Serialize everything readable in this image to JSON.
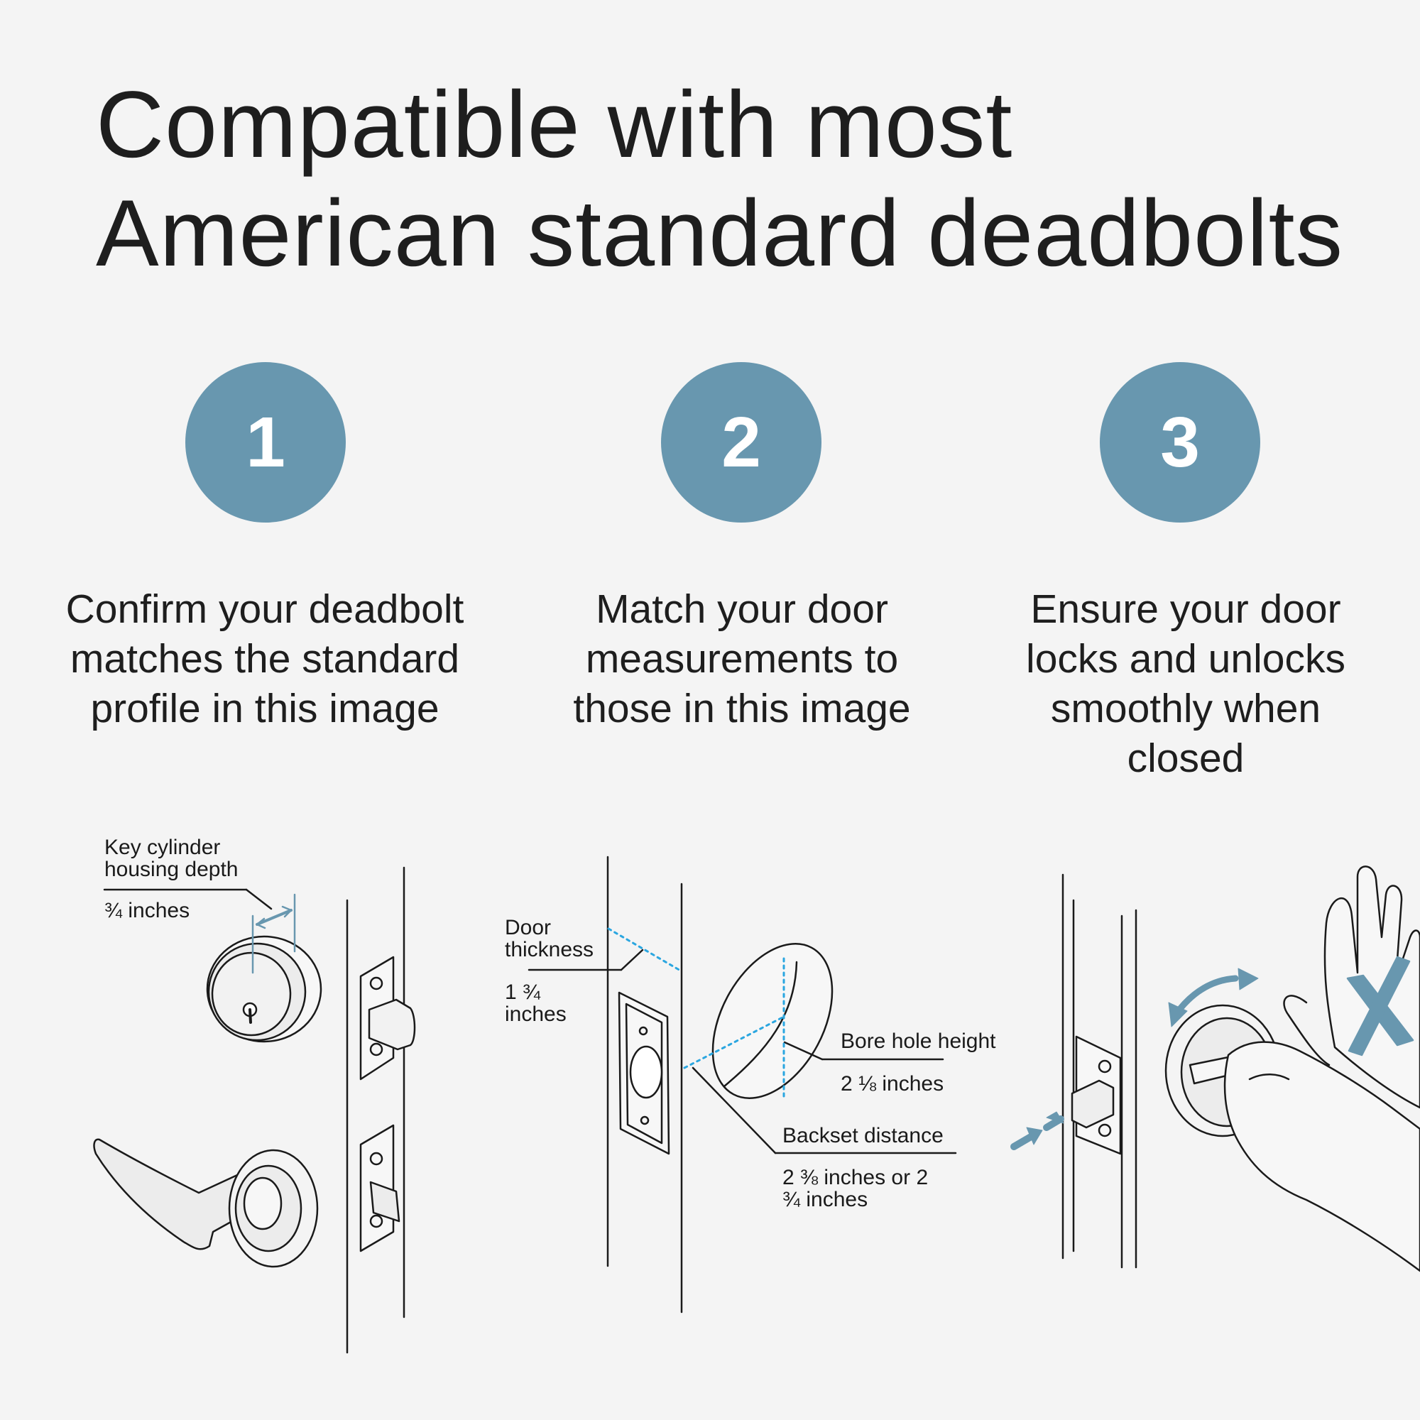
{
  "headline": {
    "line1": "Compatible with most",
    "line2": "American standard deadbolts"
  },
  "colors": {
    "accent": "#6897af",
    "measure_line": "#2aa6e0",
    "background": "#f4f4f4"
  },
  "steps": [
    {
      "number": "1",
      "text": "Confirm your deadbolt matches the standard profile in this image"
    },
    {
      "number": "2",
      "text": "Match your door measurements to those in this image"
    },
    {
      "number": "3",
      "text": "Ensure your door locks and unlocks smoothly when closed"
    }
  ],
  "diagram1": {
    "label": "Key cylinder housing depth",
    "value": "¾ inches"
  },
  "diagram2": {
    "door_thickness_label": "Door thickness",
    "door_thickness_value": "1 ¾ inches",
    "bore_hole_label": "Bore hole height",
    "bore_hole_value": "2 ⅛ inches",
    "backset_label": "Backset distance",
    "backset_value": "2 ⅜ inches or 2 ¾ inches"
  },
  "diagram3": {
    "icons": [
      "rotate-arrow-icon",
      "push-arrows-icon",
      "raised-hand-icon",
      "x-mark-icon"
    ]
  }
}
